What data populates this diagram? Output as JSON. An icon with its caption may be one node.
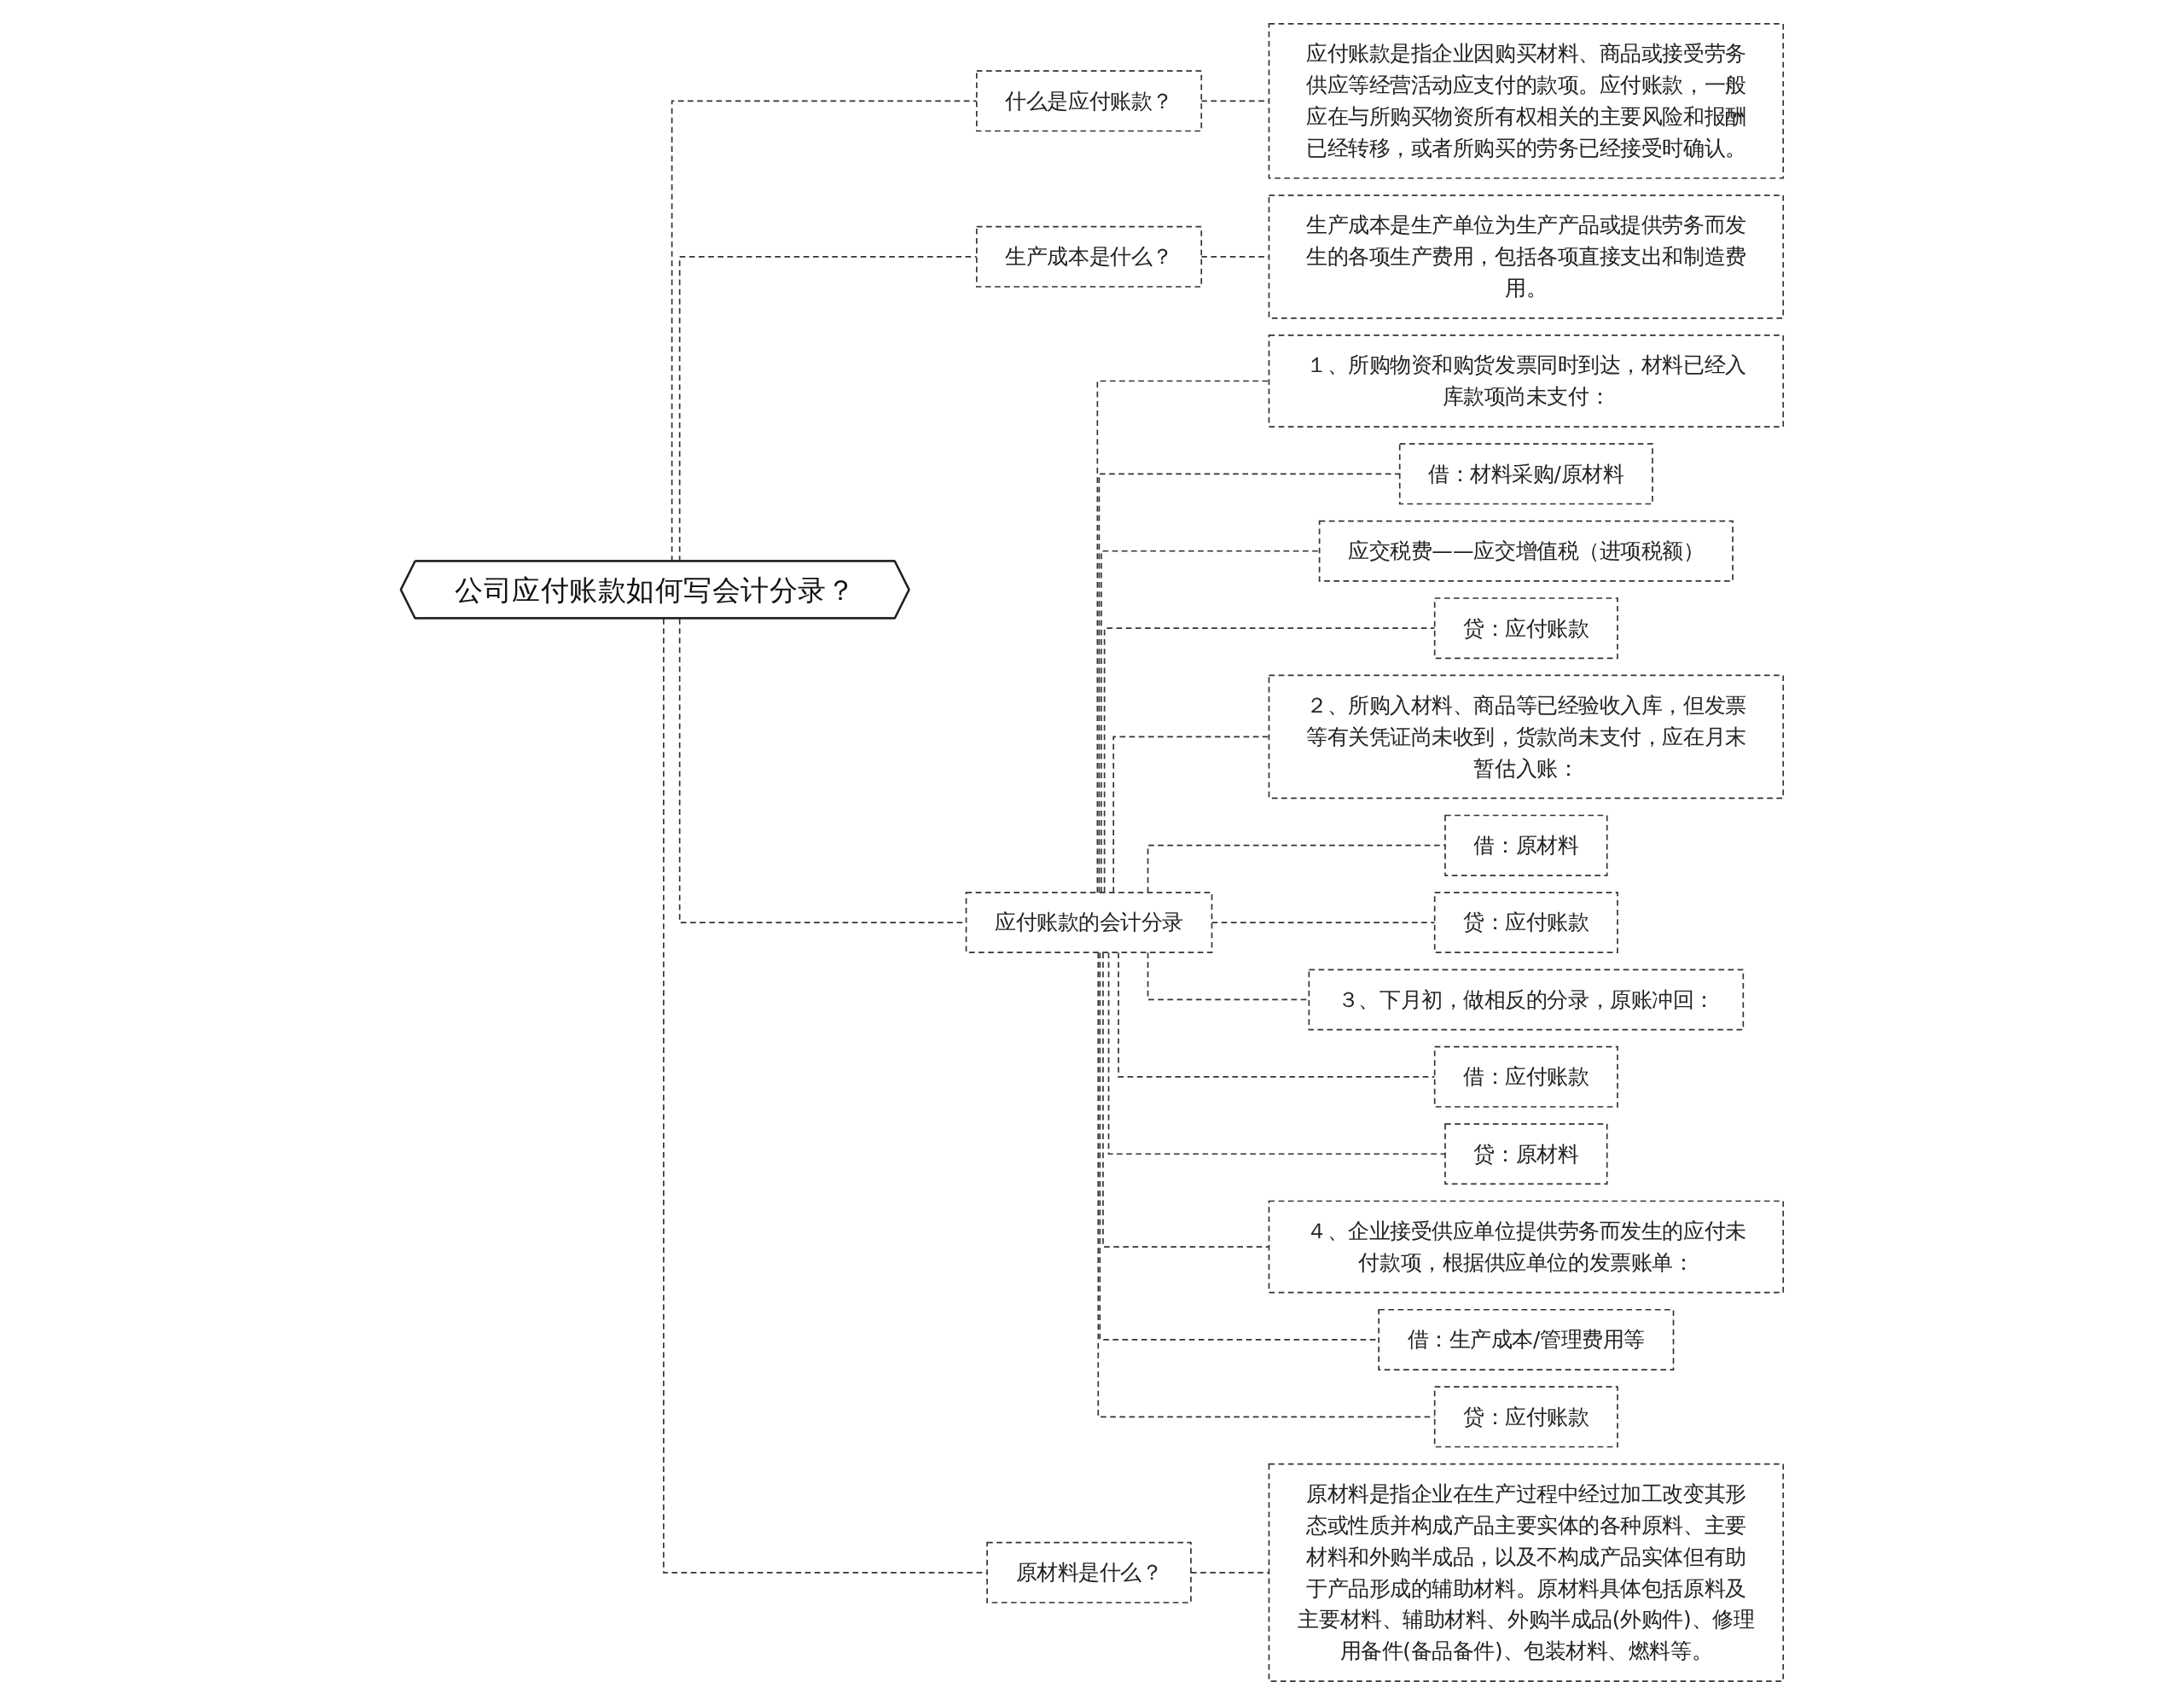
{
  "diagram": {
    "nodes": [
      {
        "text": [
          "公司应付账款如何写会计分录？"
        ]
      },
      {
        "text": [
          "什么是应付账款？"
        ]
      },
      {
        "text": [
          "应付账款是指企业因购买材料、商品或接受劳务供应等经营活动应支付的款项。应付账款，一般应在与所购买物资所有权相关的主要风险和报酬已经转移，或者所购买的劳务已经接受时确认。"
        ]
      },
      {
        "text": [
          "生产成本是什么？"
        ]
      },
      {
        "text": [
          "生产成本是生产单位为生产产品或提供劳务而发生的各项生产费用，包括各项直接支出和制造费用。"
        ]
      },
      {
        "text": [
          "应付账款的会计分录"
        ]
      },
      {
        "text": [
          "１、所购物资和购货发票同时到达，材料已经入库款项尚未支付："
        ]
      },
      {
        "text": [
          "借：材料采购/原材料"
        ]
      },
      {
        "text": [
          "应交税费——应交增值税（进项税额）"
        ]
      },
      {
        "text": [
          "贷：应付账款"
        ]
      },
      {
        "text": [
          "２、所购入材料、商品等已经验收入库，但发票等有关凭证尚未收到，货款尚未支付，应在月末暂估入账："
        ]
      },
      {
        "text": [
          "借：原材料"
        ]
      },
      {
        "text": [
          "贷：应付账款"
        ]
      },
      {
        "text": [
          "３、下月初，做相反的分录，原账冲回："
        ]
      },
      {
        "text": [
          "借：应付账款"
        ]
      },
      {
        "text": [
          "贷：原材料"
        ]
      },
      {
        "text": [
          "４、企业接受供应单位提供劳务而发生的应付未付款项，根据供应单位的发票账单："
        ]
      },
      {
        "text": [
          "借：生产成本/管理费用等"
        ]
      },
      {
        "text": [
          "贷：应付账款"
        ]
      },
      {
        "text": [
          "原材料是什么？"
        ]
      },
      {
        "text": [
          "原材料是指企业在生产过程中经过加工改变其形态或性质并构成产品主要实体的各种原料、主要材料和外购半成品，以及不构成产品实体但有助于产品形成的辅助材料。原材料具体包括原料及主要材料、辅助材料、外购半成品(外购件)、修理用备件(备品备件)、包装材料、燃料等。"
        ]
      }
    ],
    "edges": [
      {
        "from": 0,
        "to": 1,
        "arrow": "none",
        "style": "dashed"
      },
      {
        "from": 1,
        "to": 2,
        "arrow": "none",
        "style": "dashed"
      },
      {
        "from": 0,
        "to": 3,
        "arrow": "none",
        "style": "dashed"
      },
      {
        "from": 3,
        "to": 4,
        "arrow": "none",
        "style": "dashed"
      },
      {
        "from": 0,
        "to": 5,
        "arrow": "none",
        "style": "dashed"
      },
      {
        "from": 5,
        "to": 6,
        "arrow": "none",
        "style": "dashed"
      },
      {
        "from": 5,
        "to": 7,
        "arrow": "none",
        "style": "dashed"
      },
      {
        "from": 5,
        "to": 8,
        "arrow": "none",
        "style": "dashed"
      },
      {
        "from": 5,
        "to": 9,
        "arrow": "none",
        "style": "dashed"
      },
      {
        "from": 5,
        "to": 10,
        "arrow": "none",
        "style": "dashed"
      },
      {
        "from": 5,
        "to": 11,
        "arrow": "none",
        "style": "dashed"
      },
      {
        "from": 5,
        "to": 12,
        "arrow": "none",
        "style": "dashed"
      },
      {
        "from": 5,
        "to": 13,
        "arrow": "none",
        "style": "dashed"
      },
      {
        "from": 5,
        "to": 14,
        "arrow": "none",
        "style": "dashed"
      },
      {
        "from": 5,
        "to": 15,
        "arrow": "none",
        "style": "dashed"
      },
      {
        "from": 5,
        "to": 16,
        "arrow": "none",
        "style": "dashed"
      },
      {
        "from": 5,
        "to": 17,
        "arrow": "none",
        "style": "dashed"
      },
      {
        "from": 5,
        "to": 18,
        "arrow": "none",
        "style": "dashed"
      },
      {
        "from": 0,
        "to": 19,
        "arrow": "none",
        "style": "dashed"
      },
      {
        "from": 19,
        "to": 20,
        "arrow": "none",
        "style": "dashed"
      }
    ]
  }
}
